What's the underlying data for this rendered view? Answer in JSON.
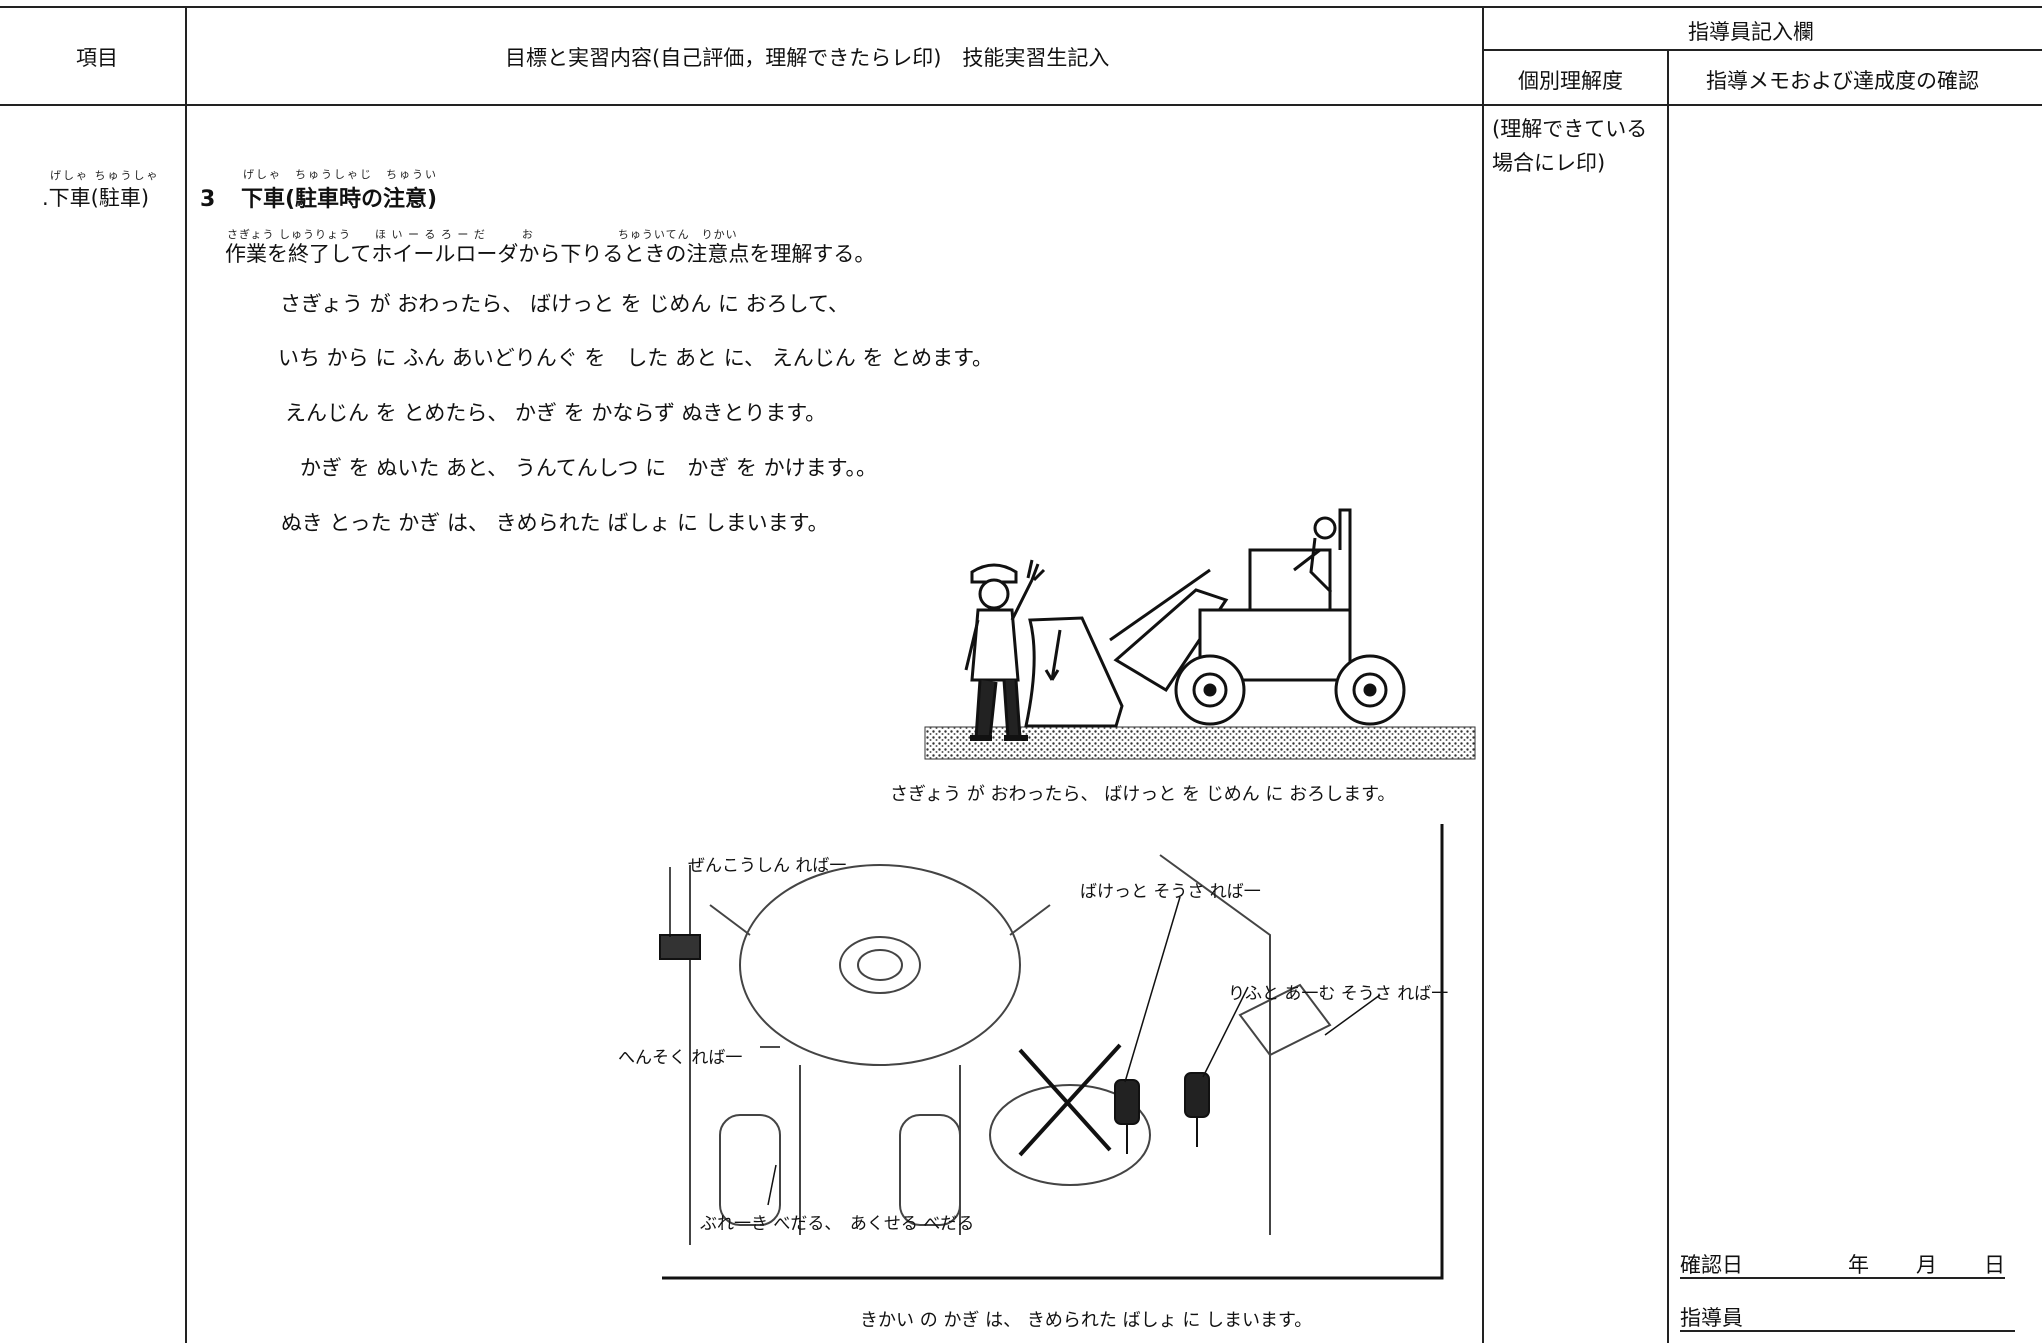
{
  "header": {
    "col_item": "項目",
    "col_content": "目標と実習内容(自己評価，理解できたらレ印)　技能実習生記入",
    "col_supervisor": "指導員記入欄",
    "col_understanding": "個別理解度",
    "col_memo": "指導メモおよび達成度の確認"
  },
  "item": {
    "ruby": "げしゃ ちゅうしゃ",
    "label": ".下車(駐車)"
  },
  "section": {
    "number": "3",
    "ruby": "げしゃ　ちゅうしゃじ　ちゅうい",
    "title": "下車(駐車時の注意)",
    "goal_ruby": "さぎょう しゅうりょう　　ほ い ー る ろ ー だ　　　お　　　　　　　ちゅういてん　りかい",
    "goal": "作業を終了してホイールローダから下りるときの注意点を理解する。",
    "lines": [
      "さぎょう が おわったら、 ばけっと を じめん に おろして、",
      "いち から に ふん あいどりんぐ を　した あと に、 えんじん を とめます。",
      "えんじん を とめたら、 かぎ を かならず ぬきとります。",
      "かぎ を ぬいた あと、 うんてんしつ に　かぎ を かけます。。",
      "ぬき とった かぎ は、 きめられた ばしょ に しまいます。"
    ],
    "caption1": "さぎょう が おわったら、 ばけっと を じめん に おろします。",
    "diagram_labels": {
      "forward_reverse": "ぜんこうしん れば一",
      "bucket": "ばけっと そうさ れば一",
      "lift_arm": "りふと あ一む そうさ れば一",
      "shift": "へんそく れば一",
      "pedals": "ぶれ一き べだる、　あくせる べだる"
    },
    "caption2": "きかい の かぎ は、 きめられた ばしょ に しまいます。"
  },
  "understanding_note": "(理解できている場合にレ印)",
  "confirm": {
    "date_label": "確認日",
    "year": "年",
    "month": "月",
    "day": "日",
    "instructor_label": "指導員"
  }
}
